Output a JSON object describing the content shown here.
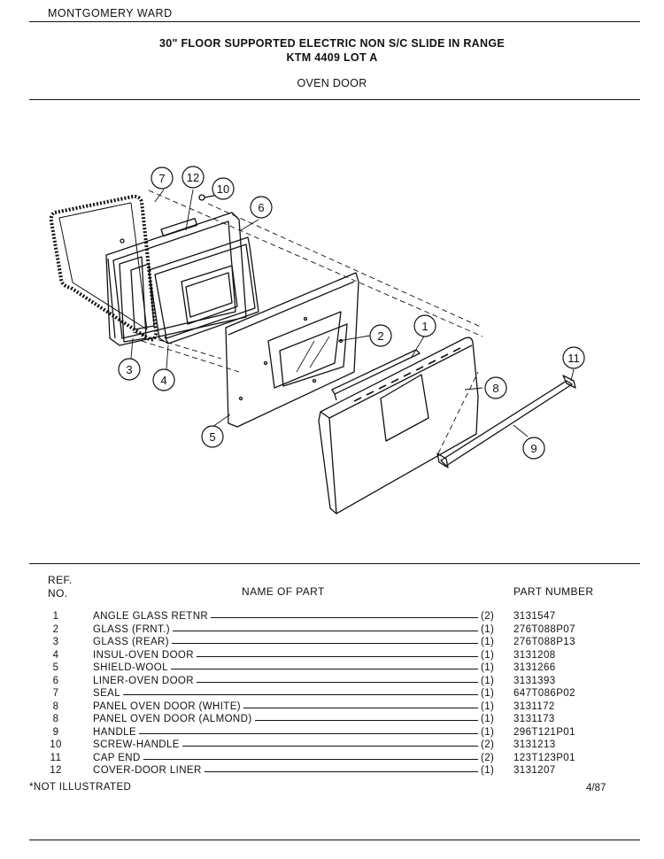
{
  "header": {
    "brand": "MONTGOMERY WARD",
    "title_line1": "30\" FLOOR SUPPORTED ELECTRIC NON S/C SLIDE IN RANGE",
    "title_line2": "KTM 4409 LOT A",
    "section": "OVEN DOOR"
  },
  "diagram": {
    "callouts": [
      "7",
      "12",
      "10",
      "6",
      "2",
      "1",
      "11",
      "8",
      "9",
      "3",
      "4",
      "5"
    ]
  },
  "table": {
    "headers": {
      "ref_line1": "REF.",
      "ref_line2": "NO.",
      "name": "NAME OF PART",
      "part_number": "PART NUMBER"
    },
    "rows": [
      {
        "ref": "1",
        "name": "ANGLE GLASS RETNR",
        "qty": "(2)",
        "part": "3131547"
      },
      {
        "ref": "2",
        "name": "GLASS (FRNT.)",
        "qty": "(1)",
        "part": "276T088P07"
      },
      {
        "ref": "3",
        "name": "GLASS (REAR)",
        "qty": "(1)",
        "part": "276T088P13"
      },
      {
        "ref": "4",
        "name": "INSUL-OVEN DOOR",
        "qty": "(1)",
        "part": "3131208"
      },
      {
        "ref": "5",
        "name": "SHIELD-WOOL",
        "qty": "(1)",
        "part": "3131266"
      },
      {
        "ref": "6",
        "name": "LINER-OVEN DOOR",
        "qty": "(1)",
        "part": "3131393"
      },
      {
        "ref": "7",
        "name": "SEAL",
        "qty": "(1)",
        "part": "647T086P02"
      },
      {
        "ref": "8",
        "name": "PANEL OVEN DOOR (WHITE)",
        "qty": "(1)",
        "part": "3131172"
      },
      {
        "ref": "8",
        "name": "PANEL OVEN DOOR (ALMOND)",
        "qty": "(1)",
        "part": "3131173"
      },
      {
        "ref": "9",
        "name": "HANDLE",
        "qty": "(1)",
        "part": "296T121P01"
      },
      {
        "ref": "10",
        "name": "SCREW-HANDLE",
        "qty": "(2)",
        "part": "3131213"
      },
      {
        "ref": "11",
        "name": "CAP END",
        "qty": "(2)",
        "part": "123T123P01"
      },
      {
        "ref": "12",
        "name": "COVER-DOOR LINER",
        "qty": "(1)",
        "part": "3131207"
      }
    ]
  },
  "footer": {
    "note": "*NOT ILLUSTRATED",
    "date": "4/87"
  }
}
